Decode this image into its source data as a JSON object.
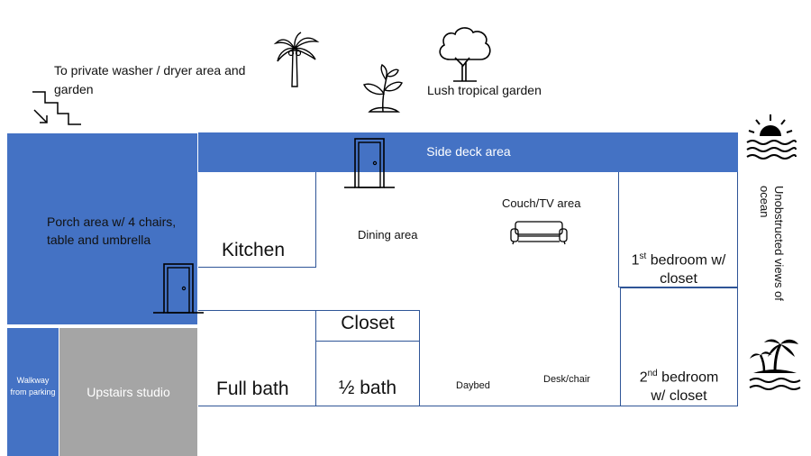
{
  "labels": {
    "washer_garden": "To private  washer / dryer area and garden",
    "lush_garden": "Lush tropical garden",
    "side_deck": "Side deck area",
    "porch": "Porch area w/ 4 chairs, table and umbrella",
    "walkway": "Walkway from parking",
    "studio": "Upstairs studio",
    "kitchen": "Kitchen",
    "dining": "Dining area",
    "couch_tv": "Couch/TV area",
    "bedroom1_prefix": "1",
    "bedroom1_sup": "st",
    "bedroom1_rest": " bedroom w/",
    "bedroom1_line2": "closet",
    "closet": "Closet",
    "full_bath": "Full bath",
    "half_bath": "½ bath",
    "daybed": "Daybed",
    "desk_chair": "Desk/chair",
    "bedroom2_prefix": "2",
    "bedroom2_sup": "nd",
    "bedroom2_rest": " bedroom",
    "bedroom2_line2": "w/ closet",
    "ocean_views": "Unobstructed views of ocean"
  },
  "icons": [
    "stairs-icon",
    "palm-tree-icon",
    "sprout-icon",
    "tree-icon",
    "door-icon",
    "couch-icon",
    "sunset-ocean-icon",
    "island-icon"
  ],
  "colors": {
    "room_blue": "#4472c4",
    "studio_gray": "#a5a5a5",
    "outline": "#2f5597"
  }
}
